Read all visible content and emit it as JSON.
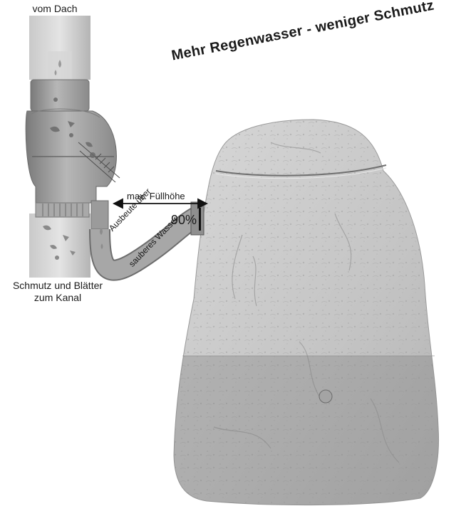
{
  "labels": {
    "top": "vom Dach",
    "bottom_line1": "Schmutz und Blätter",
    "bottom_line2": "zum Kanal",
    "headline": "Mehr Regenwasser - weniger Schmutz",
    "max_fill": "max. Füllhöhe",
    "percent": "90%",
    "yield_line1": "Ausbeute über",
    "yield_line2": "sauberes Wasser"
  },
  "colors": {
    "pipe": "#b8b8b8",
    "filter": "#9c9c9c",
    "rock": "#c9c9c9",
    "water_overlay": "#7f7f7f"
  }
}
